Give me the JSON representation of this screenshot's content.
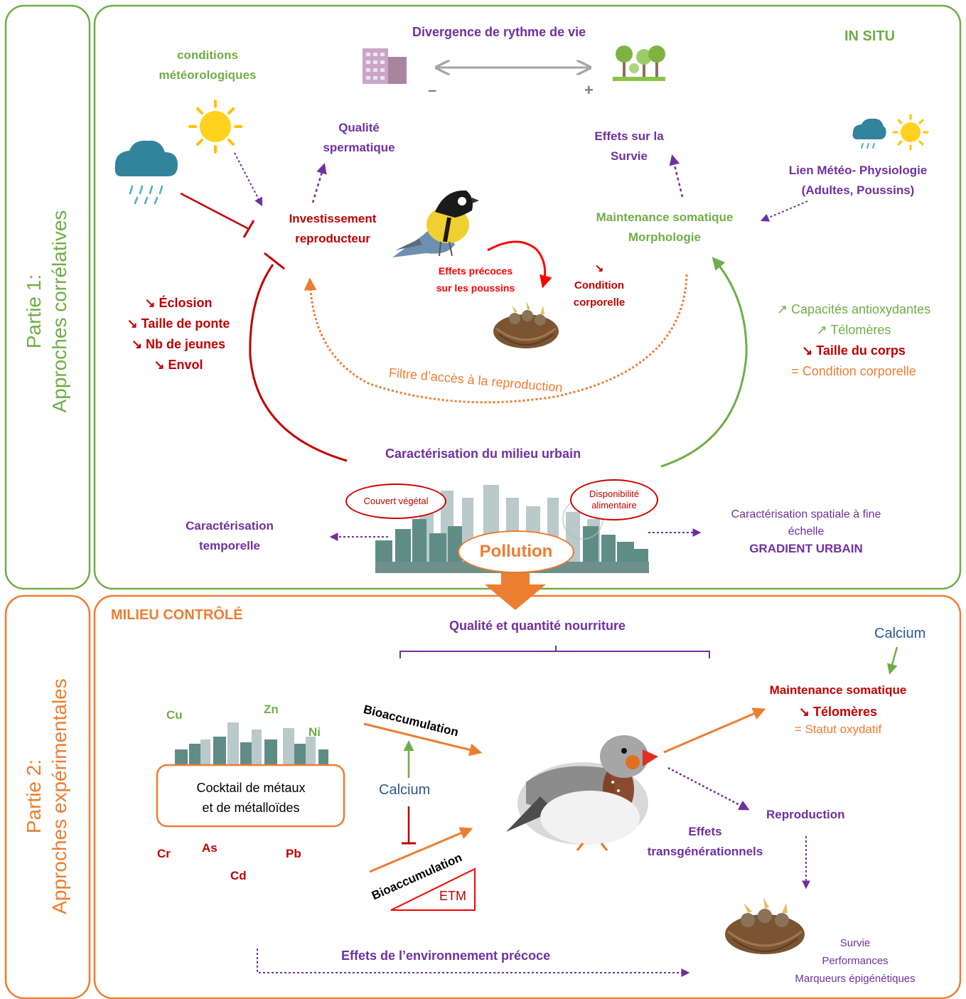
{
  "part1": {
    "side_line1": "Partie 1:",
    "side_line2": "Approches corrélatives",
    "badge": "IN SITU",
    "divergence": "Divergence de rythme de vie",
    "minus": "–",
    "plus": "+",
    "weather_line1": "conditions",
    "weather_line2": "météorologiques",
    "sperm_line1": "Qualité",
    "sperm_line2": "spermatique",
    "survie_line1": "Effets sur la",
    "survie_line2": "Survie",
    "meteo_line1": "Lien Météo- Physiologie",
    "meteo_line2": "(Adultes, Poussins)",
    "invest_line1": "Investissement",
    "invest_line2": "reproducteur",
    "maint_line1": "Maintenance somatique",
    "maint_line2": "Morphologie",
    "precoce_line1": "Effets précoces",
    "precoce_line2": "sur les poussins",
    "cond_arrow": "↘",
    "cond_line1": "Condition",
    "cond_line2": "corporelle",
    "repro_list": [
      "↘ Éclosion",
      "↘ Taille de ponte",
      "↘ Nb de jeunes",
      "↘ Envol"
    ],
    "green_list": [
      "↗ Capacités antioxydantes",
      "↗ Télomères"
    ],
    "red_item": "↘ Taille du corps",
    "orange_item": "= Condition corporelle",
    "filtre": "Filtre d’accès à la reproduction",
    "urban_title": "Caractérisation du milieu urbain",
    "couvert": "Couvert végétal",
    "dispo_line1": "Disponibilité",
    "dispo_line2": "alimentaire",
    "pollution": "Pollution",
    "temporal_line1": "Caractérisation",
    "temporal_line2": "temporelle",
    "spatial_line1": "Caractérisation spatiale à fine",
    "spatial_line2": "échelle",
    "gradient": "GRADIENT URBAIN"
  },
  "part2": {
    "side_line1": "Partie 2:",
    "side_line2": "Approches expérimentales",
    "badge": "MILIEU CONTRÔLÉ",
    "food": "Qualité et quantité nourriture",
    "calcium_top": "Calcium",
    "maint": "Maintenance somatique",
    "telomeres": "↘ Télomères",
    "oxydatif": "= Statut oxydatif",
    "bioaccum": "Bioaccumulation",
    "calcium_mid": "Calcium",
    "etm": "ETM",
    "cocktail_line1": "Cocktail de métaux",
    "cocktail_line2": "et de métalloïdes",
    "metals_green": [
      "Cu",
      "Zn",
      "Ni"
    ],
    "metals_red": [
      "Cr",
      "As",
      "Pb",
      "Cd"
    ],
    "reproduction": "Reproduction",
    "transgen_line1": "Effets",
    "transgen_line2": "transgénérationnels",
    "outcomes": [
      "Survie",
      "Performances",
      "Marqueurs  épigénétiques"
    ],
    "early_env": "Effets de l’environnement précoce"
  },
  "colors": {
    "purple": "#7030a0",
    "green": "#70ad47",
    "dark_red": "#c00000",
    "red": "#ff0000",
    "orange": "#ed7d31",
    "blue": "#2e5597"
  },
  "icons": [
    "building-icon",
    "trees-icon",
    "sun-icon",
    "rain-cloud-icon",
    "great-tit-bird-icon",
    "nest-icon",
    "city-skyline-icon",
    "zebra-finch-icon"
  ]
}
